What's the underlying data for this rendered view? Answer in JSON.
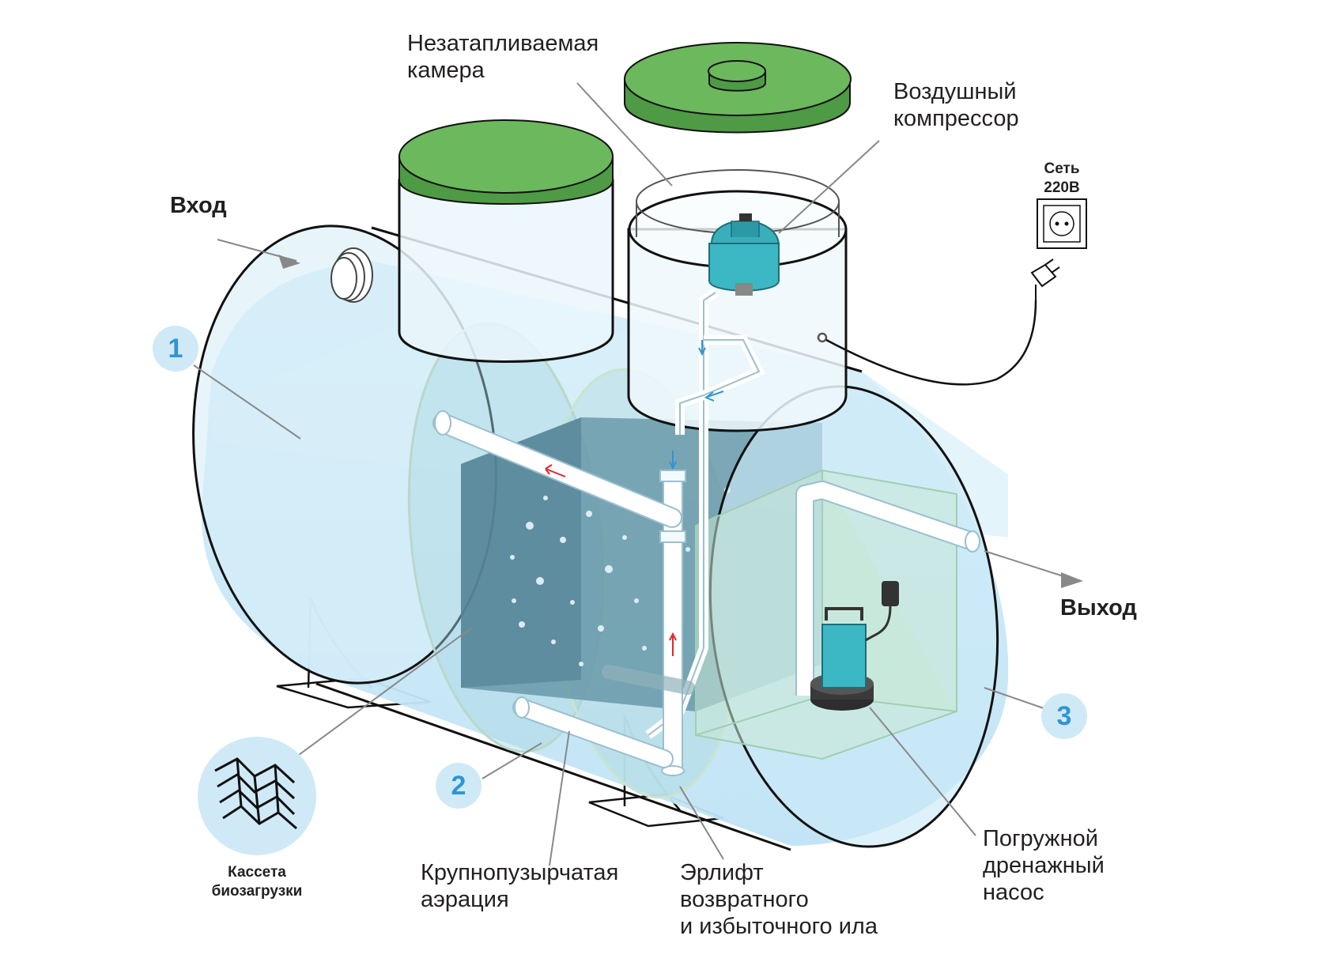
{
  "labels": {
    "chamber": [
      "Незатапливаемая",
      "камера"
    ],
    "compressor": [
      "Воздушный",
      "компрессор"
    ],
    "network": [
      "Сеть",
      "220В"
    ],
    "inlet": "Вход",
    "outlet": "Выход",
    "cassette": [
      "Кассета",
      "биозагрузки"
    ],
    "aeration": [
      "Крупнопузырчатая",
      "аэрация"
    ],
    "airlift": [
      "Эрлифт",
      "возвратного",
      "и избыточного ила"
    ],
    "pump": [
      "Погружной",
      "дренажный",
      "насос"
    ]
  },
  "badges": [
    "1",
    "2",
    "3"
  ],
  "colors": {
    "water": "#c3e4f5",
    "water_dark": "#7fb6c9",
    "lid_green": "#6cb85c",
    "lid_edge": "#4e9a45",
    "equipment_teal": "#3cb8c4",
    "badge_bg": "#cfe9f7",
    "badge_text": "#2f95d3",
    "arrow_red": "#e0262b",
    "arrow_blue": "#2f95d3",
    "outline": "#111111"
  },
  "icons": [
    "power-socket-icon",
    "power-plug-icon",
    "air-compressor-icon",
    "drain-pump-icon",
    "biofilm-mesh-icon"
  ]
}
